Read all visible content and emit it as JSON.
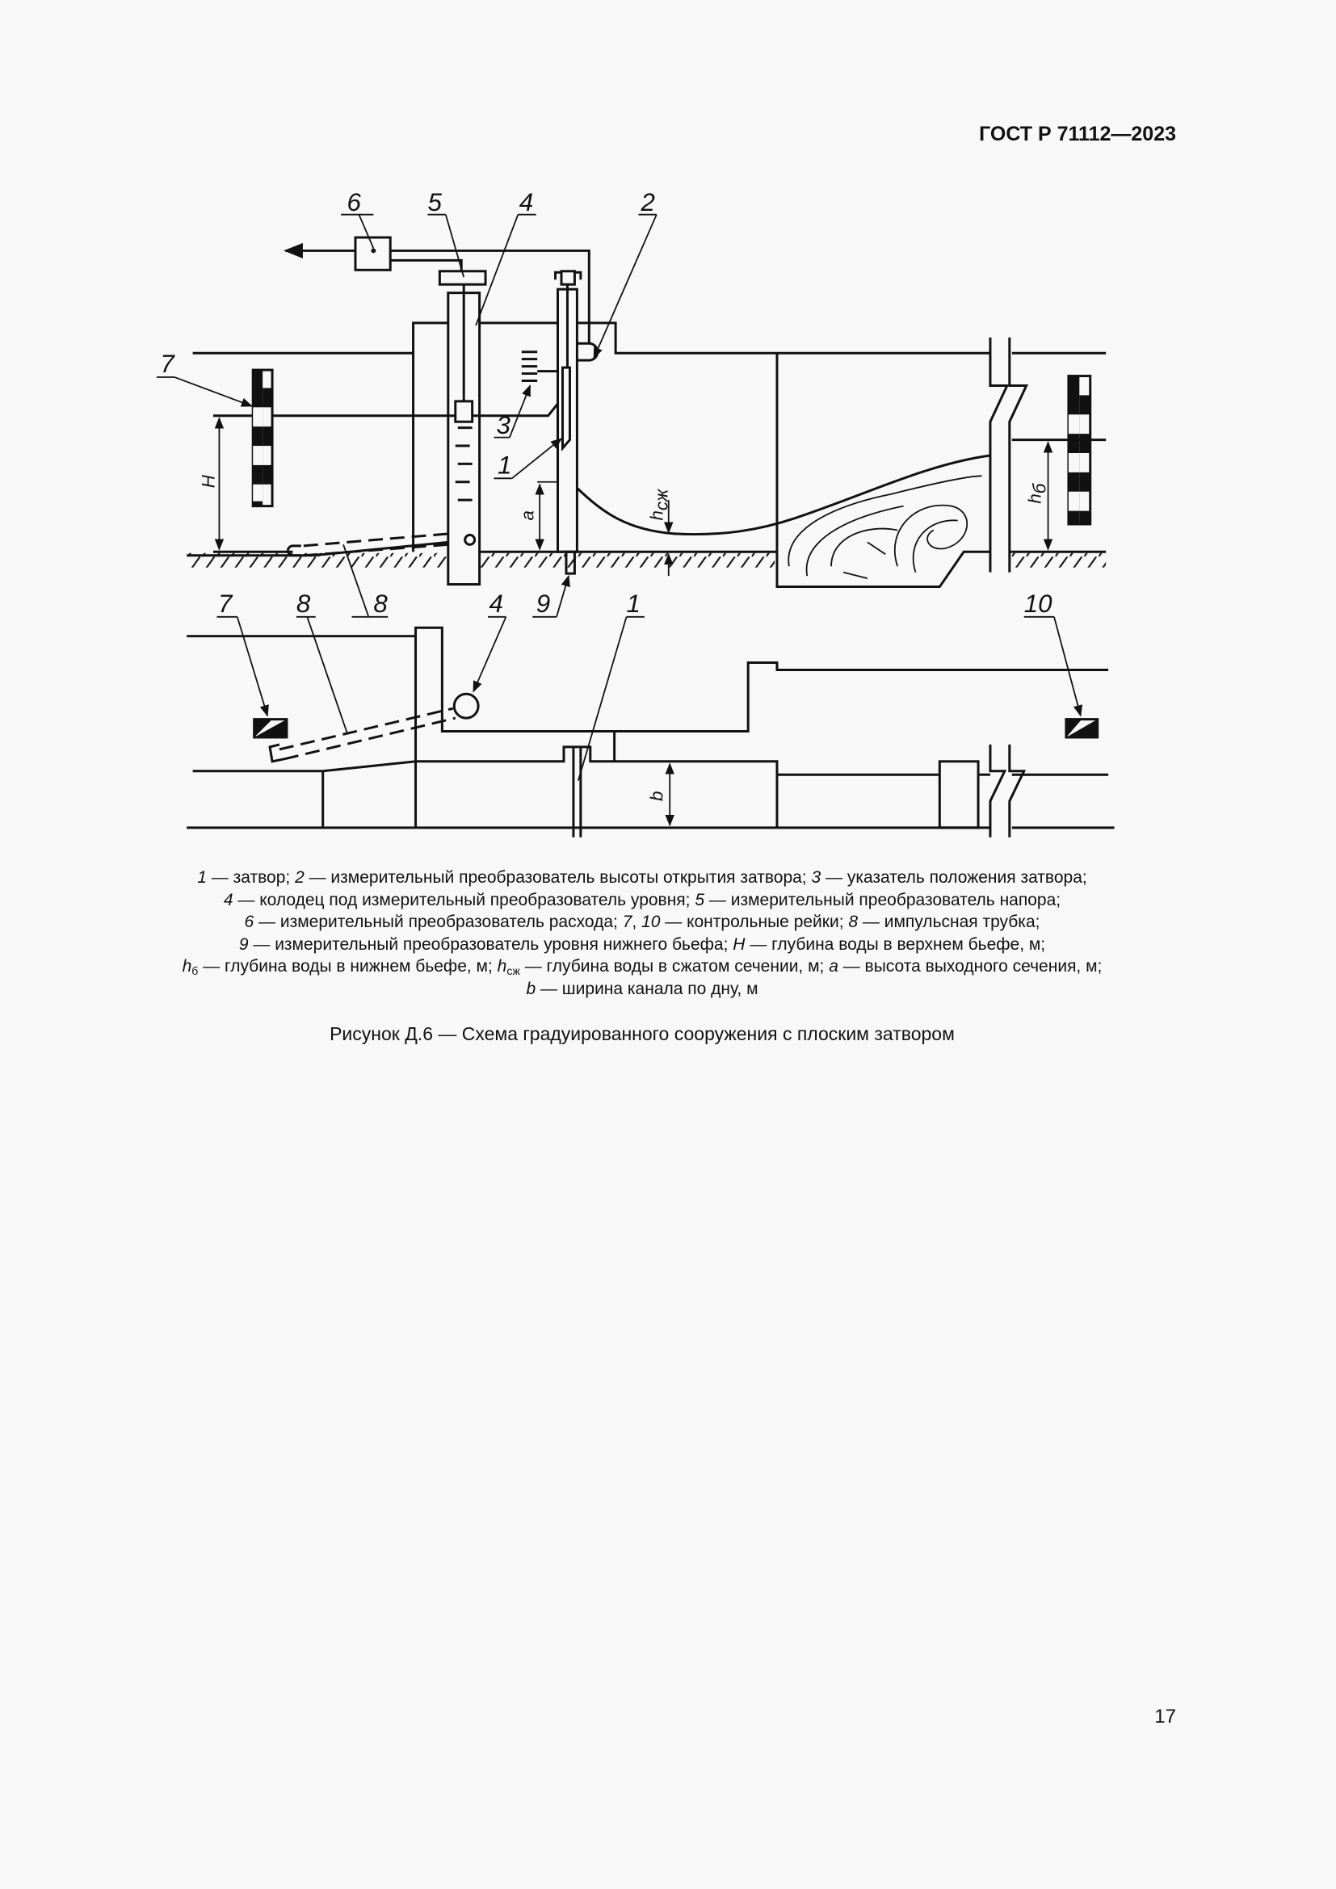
{
  "header": {
    "standard": "ГОСТ Р 71112—2023"
  },
  "diagram": {
    "labels": {
      "l6": "6",
      "l5": "5",
      "l4": "4",
      "l2": "2",
      "l7": "7",
      "l3": "3",
      "l1": "1",
      "l8": "8",
      "l9": "9",
      "H": "H",
      "a": "a",
      "h_szh": "h",
      "h_szh_sub": "сж",
      "h_b": "h",
      "h_b_sub": "б",
      "p7": "7",
      "p8": "8",
      "p4": "4",
      "p1": "1",
      "p10": "10",
      "b": "b"
    }
  },
  "legend": {
    "lines": [
      [
        {
          "t": "1",
          "i": true
        },
        {
          "t": " — затвор; "
        },
        {
          "t": "2",
          "i": true
        },
        {
          "t": " — измерительный преобразователь высоты открытия затвора; "
        },
        {
          "t": "3",
          "i": true
        },
        {
          "t": " — указатель положения затвора;"
        }
      ],
      [
        {
          "t": "4",
          "i": true
        },
        {
          "t": " — колодец под измерительный преобразователь уровня; "
        },
        {
          "t": "5",
          "i": true
        },
        {
          "t": " — измерительный преобразователь напора;"
        }
      ],
      [
        {
          "t": "6",
          "i": true
        },
        {
          "t": " — измерительный преобразователь расхода; "
        },
        {
          "t": "7",
          "i": true
        },
        {
          "t": ", "
        },
        {
          "t": "10",
          "i": true
        },
        {
          "t": " — контрольные рейки; "
        },
        {
          "t": "8",
          "i": true
        },
        {
          "t": " — импульсная трубка;"
        }
      ],
      [
        {
          "t": "9",
          "i": true
        },
        {
          "t": " — измерительный преобразователь уровня нижнего бьефа; "
        },
        {
          "t": "H",
          "i": true
        },
        {
          "t": " — глубина воды в верхнем бьефе, м;"
        }
      ],
      [
        {
          "t": "h",
          "i": true
        },
        {
          "t": "б",
          "sub": true
        },
        {
          "t": " — глубина воды в нижнем бьефе, м; "
        },
        {
          "t": "h",
          "i": true
        },
        {
          "t": "сж",
          "sub": true
        },
        {
          "t": " — глубина воды в сжатом сечении, м; "
        },
        {
          "t": "a",
          "i": true
        },
        {
          "t": " — высота выходного сечения, м;"
        }
      ],
      [
        {
          "t": "b",
          "i": true
        },
        {
          "t": " — ширина канала по дну, м"
        }
      ]
    ]
  },
  "caption": "Рисунок Д.6 — Схема градуированного сооружения с плоским затвором",
  "page_number": "17"
}
